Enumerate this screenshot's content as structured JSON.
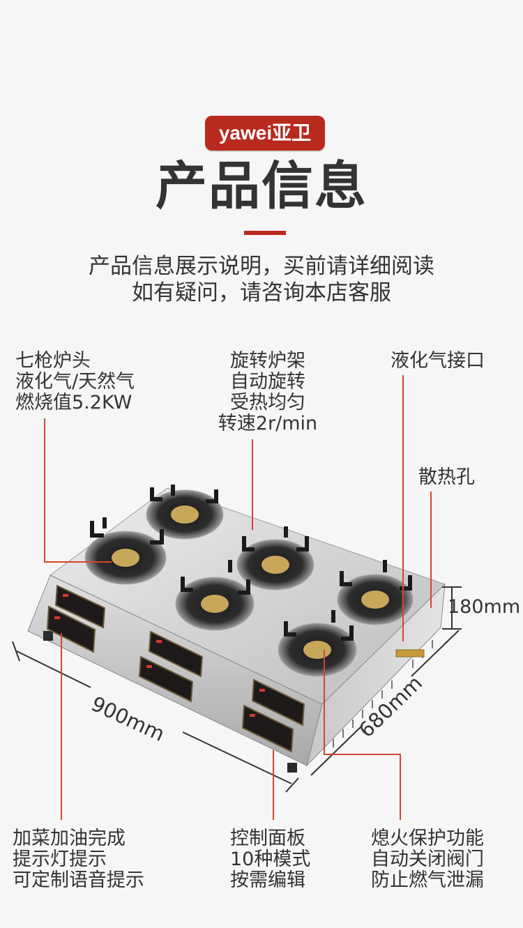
{
  "header": {
    "brand_badge": "yawei亚卫",
    "title": "产品信息",
    "subtitle_line1": "产品信息展示说明，买前请详细阅读",
    "subtitle_line2": "如有疑问，请咨询本店客服"
  },
  "callouts": {
    "burner": [
      "七枪炉头",
      "液化气/天然气",
      "燃烧值5.2KW"
    ],
    "rack": [
      "旋转炉架",
      "自动旋转",
      "受热均匀",
      "转速2r/min"
    ],
    "gas_inlet": [
      "液化气接口"
    ],
    "vent": [
      "散热孔"
    ],
    "indicator": [
      "加菜加油完成",
      "提示灯提示",
      "可定制语音提示"
    ],
    "panel": [
      "控制面板",
      "10种模式",
      "按需编辑"
    ],
    "flameout": [
      "熄火保护功能",
      "自动关闭阀门",
      "防止燃气泄漏"
    ]
  },
  "dimensions": {
    "width": "900mm",
    "depth": "680mm",
    "height": "180mm"
  },
  "colors": {
    "accent": "#b8291e",
    "leader_line": "#d2452f",
    "text": "#333333",
    "background": "#f6f6f6"
  }
}
